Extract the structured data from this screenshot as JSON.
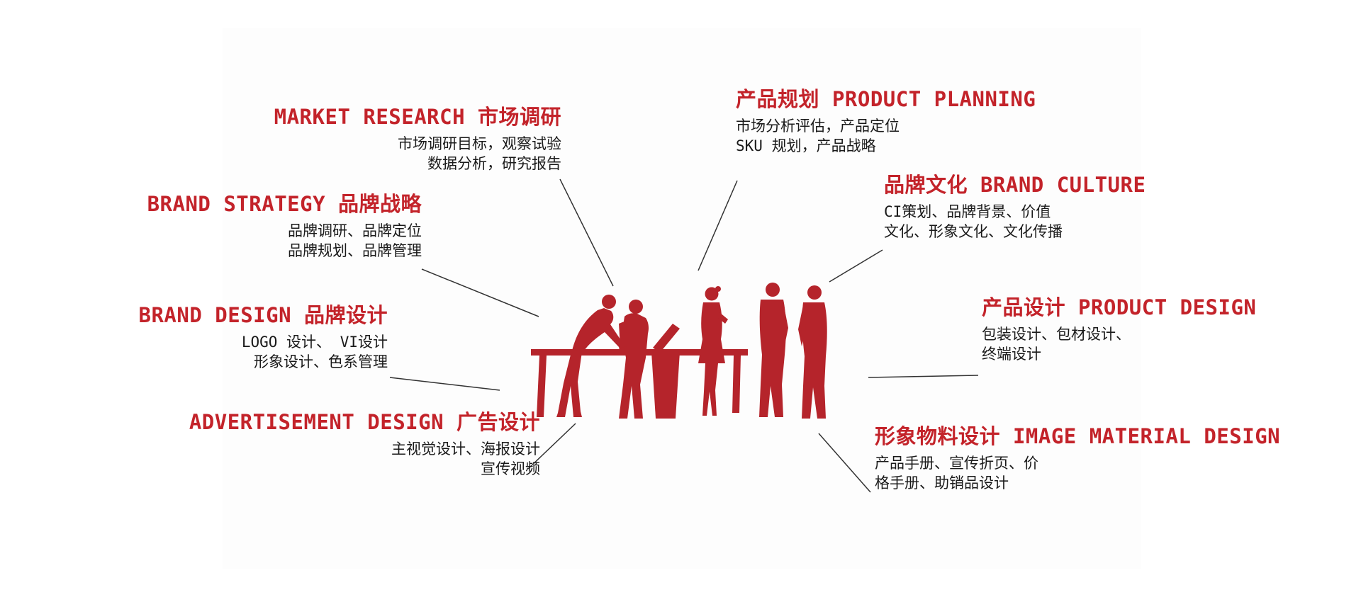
{
  "colors": {
    "accent": "#c3232a",
    "silhouette": "#b5242b",
    "connector": "#333333",
    "body_text": "#1a1a1a",
    "background": "#ffffff"
  },
  "center_illustration": {
    "name": "business-team-silhouette",
    "description": "Red silhouettes of business people meeting around a table with a lectern and flip board"
  },
  "items": {
    "left": [
      {
        "title": "MARKET RESEARCH 市场调研",
        "line1": "市场调研目标，观察试验",
        "line2": "数据分析，研究报告"
      },
      {
        "title": "BRAND STRATEGY 品牌战略",
        "line1": "品牌调研、品牌定位",
        "line2": "品牌规划、品牌管理"
      },
      {
        "title": "BRAND DESIGN 品牌设计",
        "line1": "LOGO 设计、 VI设计",
        "line2": "形象设计、色系管理"
      },
      {
        "title": "ADVERTISEMENT DESIGN 广告设计",
        "line1": "主视觉设计、海报设计",
        "line2": "宣传视频"
      }
    ],
    "right": [
      {
        "title": "产品规划 PRODUCT PLANNING",
        "line1": "市场分析评估，产品定位",
        "line2": "SKU 规划，产品战略"
      },
      {
        "title": "品牌文化 BRAND CULTURE",
        "line1": "CI策划、品牌背景、价值",
        "line2": "文化、形象文化、文化传播"
      },
      {
        "title": "产品设计 PRODUCT DESIGN",
        "line1": "包装设计、包材设计、",
        "line2": "终端设计"
      },
      {
        "title": "形象物料设计 IMAGE MATERIAL DESIGN",
        "line1": "产品手册、宣传折页、价",
        "line2": "格手册、助销品设计"
      }
    ]
  }
}
